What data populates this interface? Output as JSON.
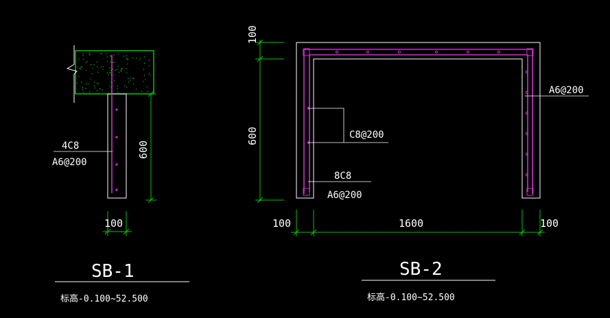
{
  "sb1": {
    "title": "SB-1",
    "elevation": "标高-0.100~52.500",
    "rebar_main": "4C8",
    "rebar_stirrup": "A6@200",
    "dim_height": "600",
    "dim_width": "100"
  },
  "sb2": {
    "title": "SB-2",
    "elevation": "标高-0.100~52.500",
    "dim_top": "100",
    "dim_height": "600",
    "dim_left": "100",
    "dim_span": "1600",
    "dim_right": "100",
    "rebar_right": "A6@200",
    "rebar_web": "C8@200",
    "rebar_main": "8C8",
    "rebar_stirrup": "A6@200"
  },
  "colors": {
    "background": "#000000",
    "concrete_outline": "#ffffff",
    "rebar": "#d030d0",
    "dimension": "#00c800",
    "slab_hatch": "#00c800"
  }
}
